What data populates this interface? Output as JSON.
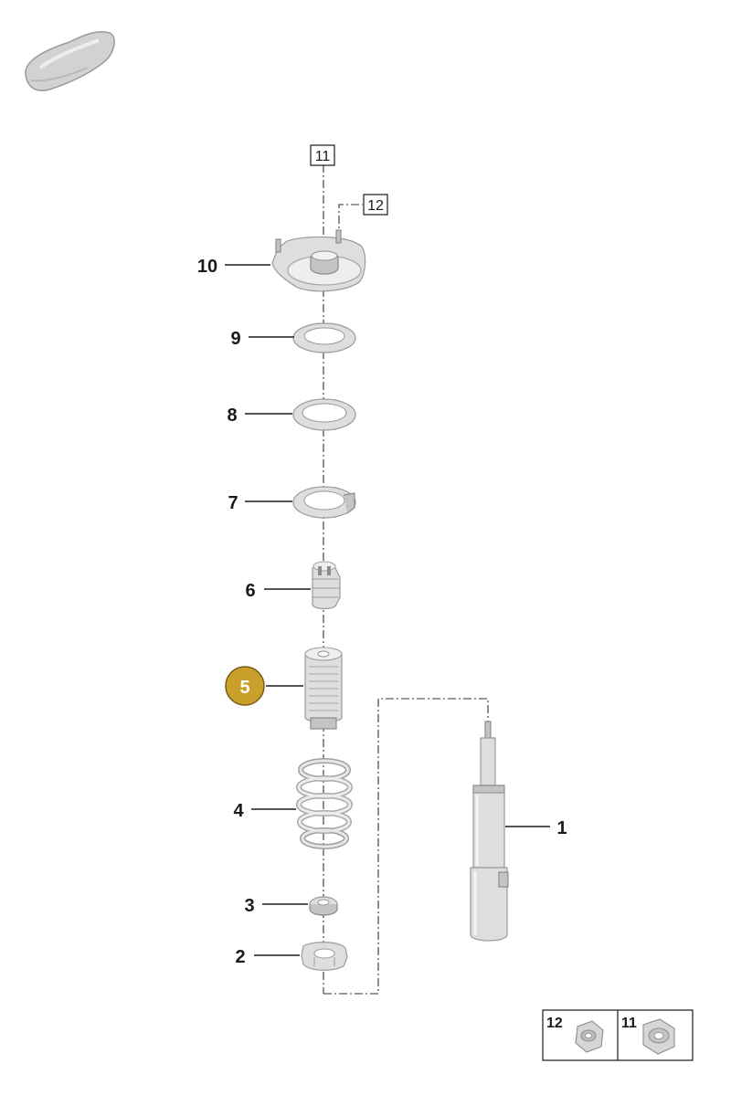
{
  "diagram": {
    "callouts": [
      {
        "id": "1",
        "label": "1"
      },
      {
        "id": "2",
        "label": "2"
      },
      {
        "id": "3",
        "label": "3"
      },
      {
        "id": "4",
        "label": "4"
      },
      {
        "id": "5",
        "label": "5",
        "highlighted": true
      },
      {
        "id": "6",
        "label": "6"
      },
      {
        "id": "7",
        "label": "7"
      },
      {
        "id": "8",
        "label": "8"
      },
      {
        "id": "9",
        "label": "9"
      },
      {
        "id": "10",
        "label": "10"
      }
    ],
    "references": [
      {
        "id": "11",
        "label": "11"
      },
      {
        "id": "12",
        "label": "12"
      }
    ],
    "legend": [
      {
        "label": "12",
        "icon": "nut-icon"
      },
      {
        "label": "11",
        "icon": "nut-icon"
      }
    ],
    "colors": {
      "highlight_fill": "#c9a02c",
      "highlight_stroke": "#7a5c10",
      "part_fill": "#dedede",
      "line": "#1a1a1a"
    },
    "icons": {
      "vehicle": "car-silhouette-icon"
    }
  }
}
